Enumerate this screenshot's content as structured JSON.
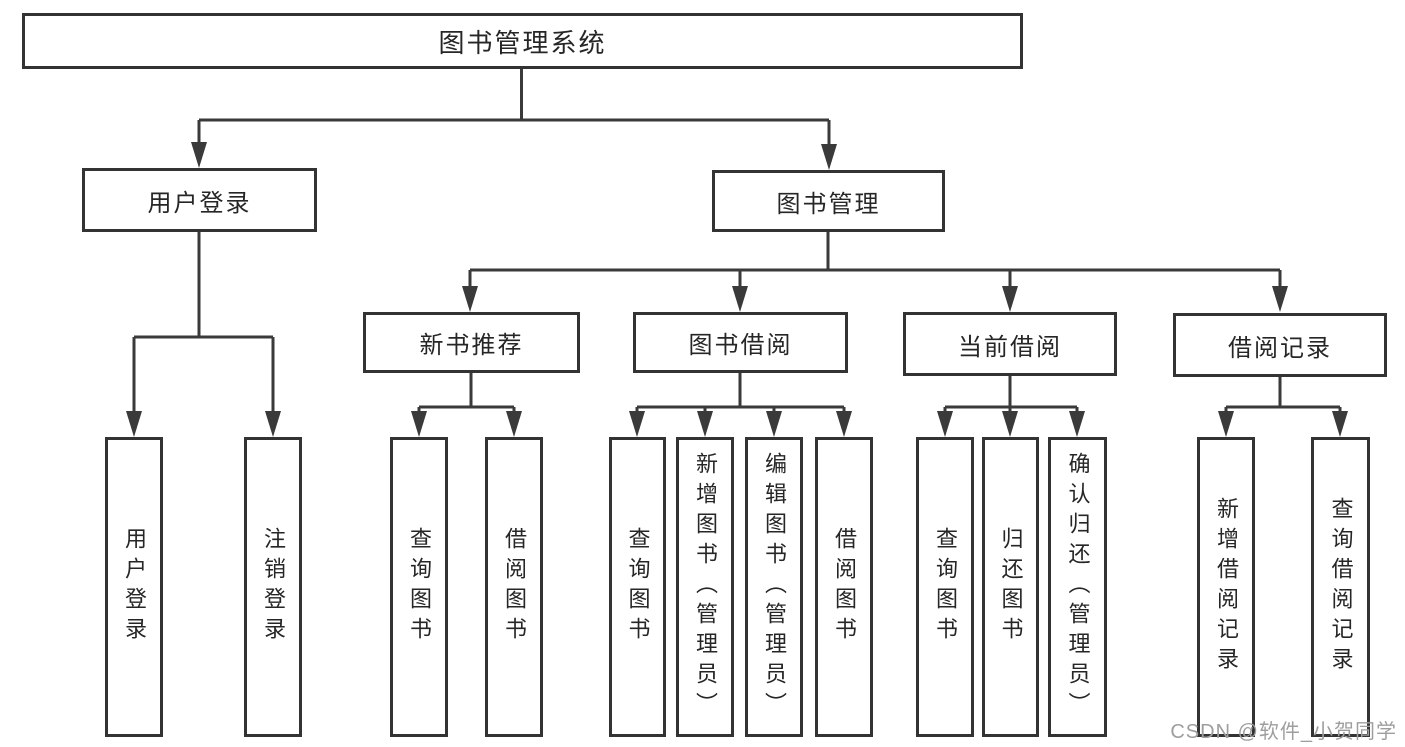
{
  "diagram": {
    "root": {
      "label": "图书管理系统"
    },
    "branches": [
      {
        "label": "用户登录",
        "children": [
          {
            "label": "用户登录"
          },
          {
            "label": "注销登录"
          }
        ]
      },
      {
        "label": "图书管理",
        "children": [
          {
            "label": "新书推荐",
            "children": [
              {
                "label": "查询图书"
              },
              {
                "label": "借阅图书"
              }
            ]
          },
          {
            "label": "图书借阅",
            "children": [
              {
                "label": "查询图书"
              },
              {
                "label": "新增图书（管理员）"
              },
              {
                "label": "编辑图书（管理员）"
              },
              {
                "label": "借阅图书"
              }
            ]
          },
          {
            "label": "当前借阅",
            "children": [
              {
                "label": "查询图书"
              },
              {
                "label": "归还图书"
              },
              {
                "label": "确认归还（管理员）"
              }
            ]
          },
          {
            "label": "借阅记录",
            "children": [
              {
                "label": "新增借阅记录"
              },
              {
                "label": "查询借阅记录"
              }
            ]
          }
        ]
      }
    ],
    "watermark": "CSDN @软件_小贺同学",
    "colors": {
      "line": "#3a3a3a",
      "box_border": "#333333",
      "text": "#262626",
      "background": "#ffffff",
      "watermark": "#9e9e9e"
    }
  }
}
